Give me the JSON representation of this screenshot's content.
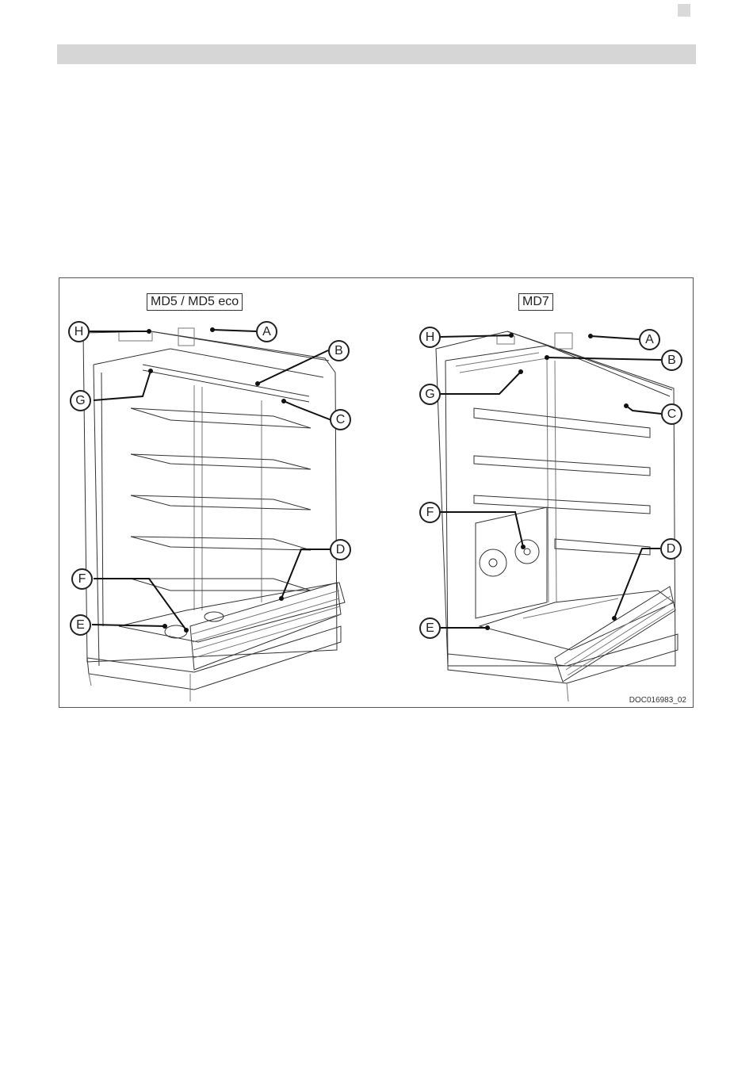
{
  "figure": {
    "left_model_label": "MD5 / MD5 eco",
    "right_model_label": "MD7",
    "doc_code": "DOC016983_02",
    "callouts_left": [
      "H",
      "A",
      "B",
      "G",
      "C",
      "D",
      "F",
      "E"
    ],
    "callouts_right": [
      "H",
      "A",
      "B",
      "G",
      "C",
      "F",
      "D",
      "E"
    ]
  }
}
